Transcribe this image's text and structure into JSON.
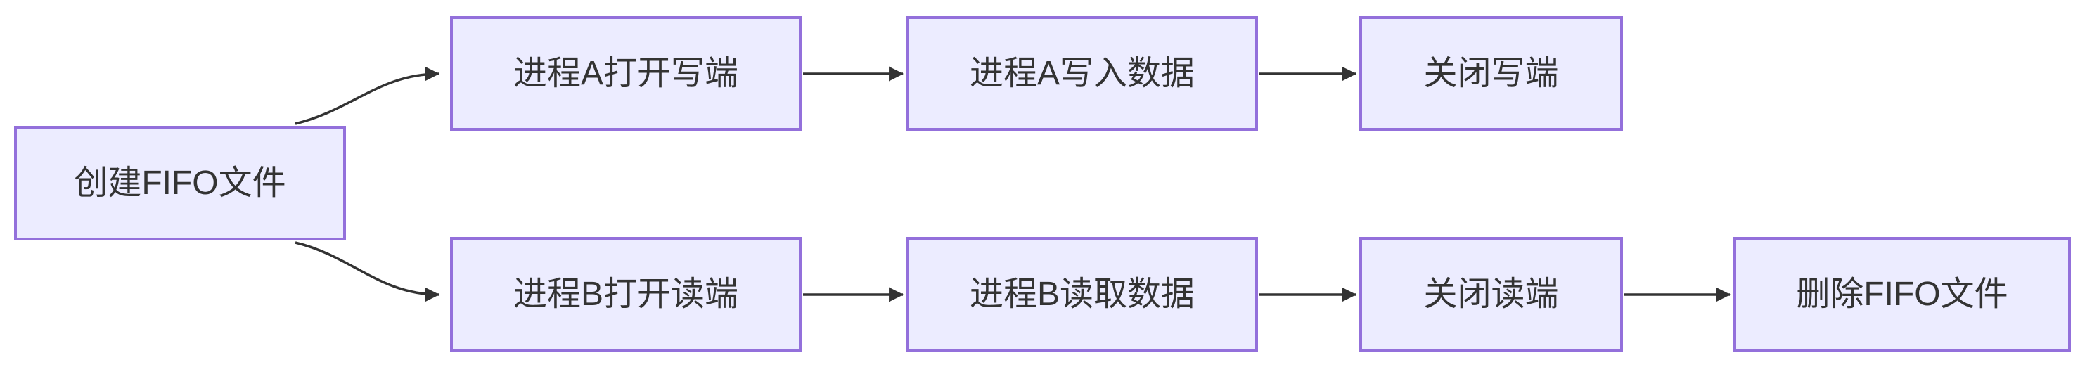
{
  "diagram": {
    "type": "flowchart",
    "direction": "left-to-right",
    "topic": "FIFO inter-process communication flow",
    "nodes": [
      {
        "id": "create",
        "label": "创建FIFO文件"
      },
      {
        "id": "a_open",
        "label": "进程A打开写端"
      },
      {
        "id": "a_write",
        "label": "进程A写入数据"
      },
      {
        "id": "a_close",
        "label": "关闭写端"
      },
      {
        "id": "b_open",
        "label": "进程B打开读端"
      },
      {
        "id": "b_read",
        "label": "进程B读取数据"
      },
      {
        "id": "b_close",
        "label": "关闭读端"
      },
      {
        "id": "delete",
        "label": "删除FIFO文件"
      }
    ],
    "edges": [
      {
        "from": "create",
        "to": "a_open"
      },
      {
        "from": "a_open",
        "to": "a_write"
      },
      {
        "from": "a_write",
        "to": "a_close"
      },
      {
        "from": "create",
        "to": "b_open"
      },
      {
        "from": "b_open",
        "to": "b_read"
      },
      {
        "from": "b_read",
        "to": "b_close"
      },
      {
        "from": "b_close",
        "to": "delete"
      }
    ],
    "colors": {
      "node_fill": "#ECECFF",
      "node_border": "#9370DB",
      "edge_stroke": "#333333",
      "text": "#333333",
      "background": "#FFFFFF"
    }
  }
}
